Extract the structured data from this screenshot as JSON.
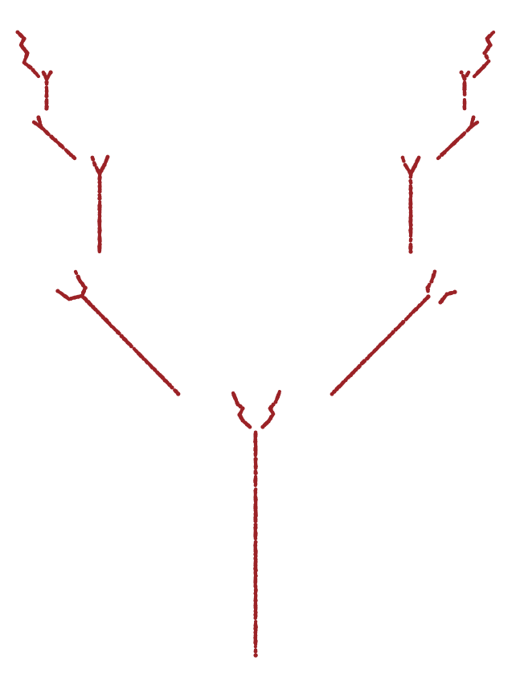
{
  "figure": {
    "kind": "fractal-tree",
    "mark_shape": "dot",
    "mark_color": "#9b2226",
    "background": "#ffffff",
    "branching": "binary",
    "text_labels": []
  }
}
